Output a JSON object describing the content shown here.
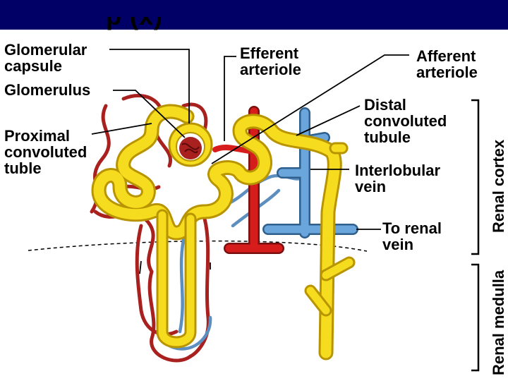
{
  "header": {
    "band_color": "#000066",
    "title_fragment": "p                (x)"
  },
  "labels": {
    "glomerular_capsule": "Glomerular\ncapsule",
    "glomerulus": "Glomerulus",
    "proximal_tubule": "Proximal\nconvoluted\ntuble",
    "efferent_arteriole": "Efferent\narteriole",
    "afferent_arteriole": "Afferent\narteriole",
    "distal_tubule": "Distal\nconvoluted\ntubule",
    "interlobular_vein": "Interlobular\nvein",
    "to_renal_vein": "To renal\nvein",
    "renal_cortex": "Renal cortex",
    "renal_medulla": "Renal medulla"
  },
  "colors": {
    "tubule": "#f5dc1e",
    "tubule_outline": "#b89400",
    "artery": "#d71c1c",
    "artery_outline": "#7a0f0f",
    "vein": "#6aa6dc",
    "vein_outline": "#2f5f8c",
    "capillary_red": "#a8211f",
    "capillary_blue": "#5c8fbf"
  }
}
